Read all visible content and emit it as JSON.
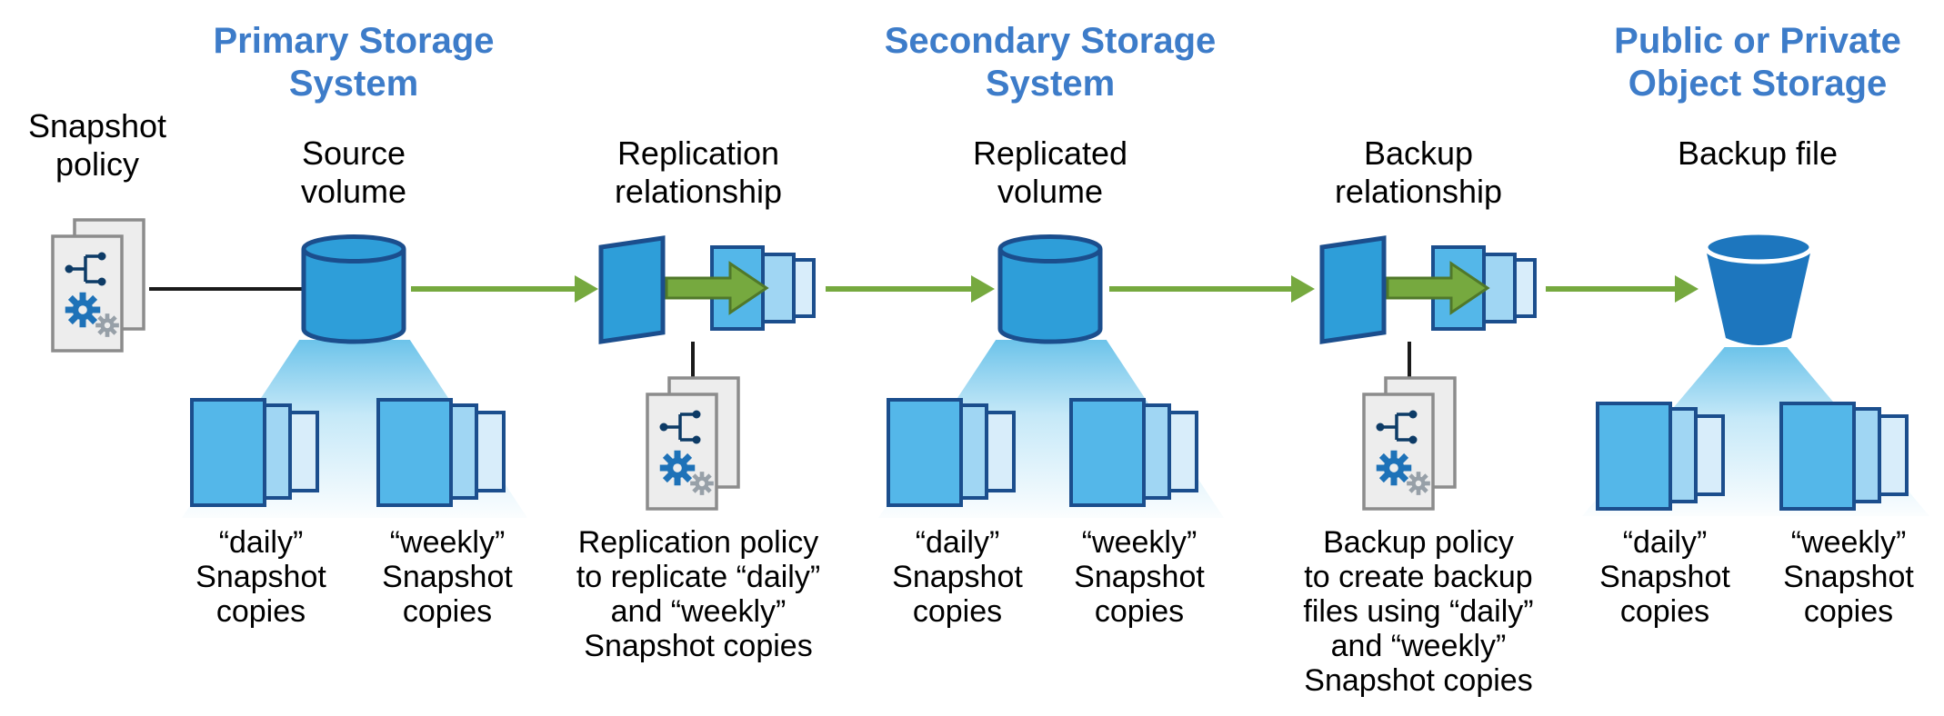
{
  "colors": {
    "heading_blue": "#3D7CC9",
    "arrow_green": "#76A93F",
    "volume_blue": "#2E9ED9",
    "volume_border": "#1B4E8D",
    "snapshot_front": "#54B7E9",
    "snapshot_mid": "#A0D6F3",
    "snapshot_back": "#D8EDFA",
    "bucket_blue": "#1D76BE",
    "policy_doc_fill": "#EDEDED",
    "policy_doc_border": "#8C8C8C",
    "connector_black": "#1A1A1A"
  },
  "headings": {
    "primary": [
      "Primary Storage",
      "System"
    ],
    "secondary": [
      "Secondary Storage",
      "System"
    ],
    "object_storage": [
      "Public or Private",
      "Object Storage"
    ]
  },
  "nodes": {
    "snapshot_policy": [
      "Snapshot",
      "policy"
    ],
    "source_volume": [
      "Source",
      "volume"
    ],
    "replication_relationship": [
      "Replication",
      "relationship"
    ],
    "replicated_volume": [
      "Replicated",
      "volume"
    ],
    "backup_relationship": [
      "Backup",
      "relationship"
    ],
    "backup_file": "Backup file"
  },
  "captions": {
    "daily": [
      "“daily”",
      "Snapshot",
      "copies"
    ],
    "weekly": [
      "“weekly”",
      "Snapshot",
      "copies"
    ],
    "replication_policy": [
      "Replication policy",
      "to replicate “daily”",
      "and “weekly”",
      "Snapshot copies"
    ],
    "backup_policy": [
      "Backup policy",
      "to create backup",
      "files using “daily”",
      "and “weekly”",
      "Snapshot copies"
    ]
  },
  "icons": {
    "policy_document": "document-with-gears-icon",
    "volume": "cylinder-volume-icon",
    "snapshot_stack": "snapshot-copies-stack-icon",
    "relationship": "panel-green-arrow-stack-icon",
    "object_bucket": "storage-bucket-icon",
    "flow_arrow": "green-right-arrow"
  }
}
